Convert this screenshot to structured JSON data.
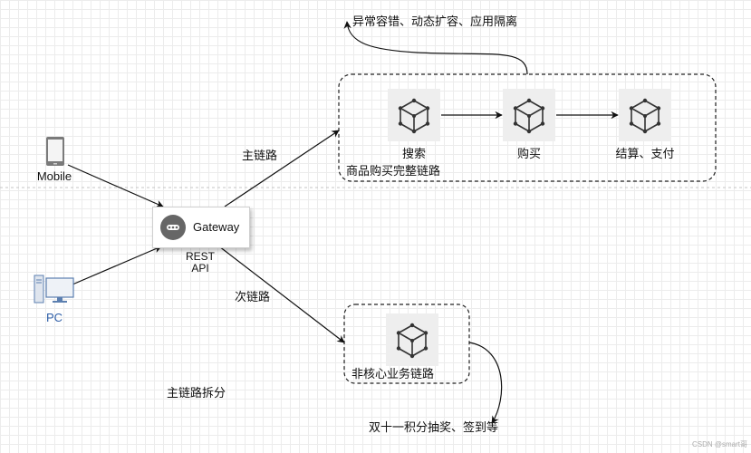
{
  "nodes": {
    "mobile": "Mobile",
    "pc": "PC",
    "gateway": "Gateway",
    "rest_api": [
      "REST",
      "API"
    ],
    "search": "搜索",
    "buy": "购买",
    "settle": "结算、支付"
  },
  "groups": {
    "core_chain": "商品购买完整链路",
    "non_core_chain": "非核心业务链路"
  },
  "edges": {
    "main_chain": "主链路",
    "secondary_chain": "次链路"
  },
  "annotations": {
    "top": "异常容错、动态扩容、应用隔离",
    "bottom": "双十一积分抽奖、签到等",
    "split": "主链路拆分"
  },
  "watermark": "CSDN @smart哥",
  "colors": {
    "pc_label": "#2f5fa8",
    "pc_icon": "#5b7fb0",
    "icon_bg": "#eeeeee"
  },
  "icons": [
    "mobile-phone-icon",
    "desktop-pc-icon",
    "gateway-dots-icon",
    "microservice-cube-icon"
  ]
}
